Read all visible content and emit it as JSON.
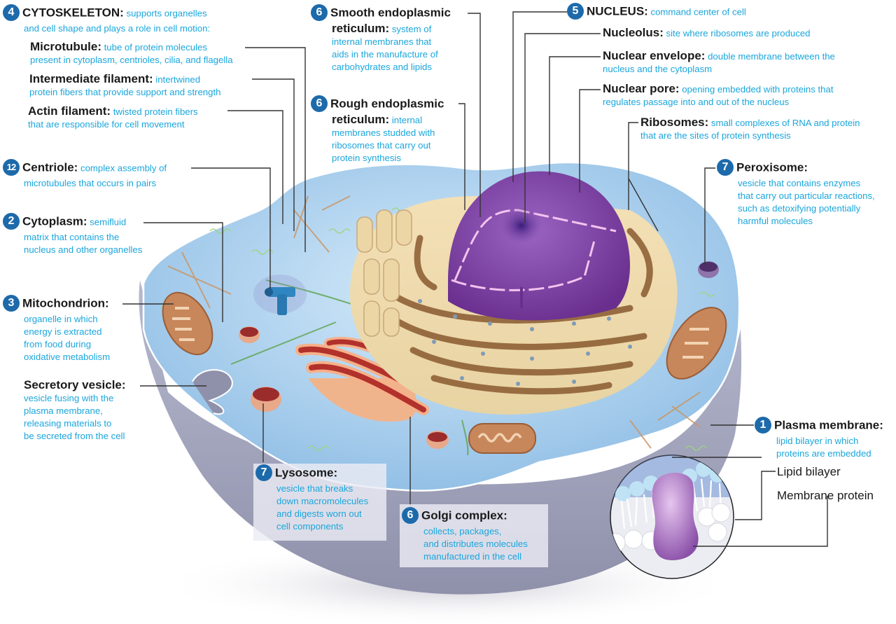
{
  "diagram": {
    "type": "annotated-illustration",
    "subject": "Animal cell structure",
    "colors": {
      "badge": "#1d6aab",
      "term": "#1a1a1a",
      "description": "#1aa6dc",
      "leader_line": "#333333",
      "cytoplasm": "#a9cfee",
      "membrane_cut": "#9b9bb5",
      "nucleus": "#7b3d9e",
      "rough_er": "#e9d2a0",
      "golgi": "#c0392b",
      "mitochondrion": "#b5754a",
      "centriole": "#2f86c0"
    }
  },
  "labels": {
    "cytoskeleton": {
      "badge": "4",
      "term": "CYTOSKELETON:",
      "desc1": "supports organelles",
      "desc2": "and cell shape and plays a role in cell motion:"
    },
    "microtubule": {
      "term": "Microtubule:",
      "desc1": "tube of protein molecules",
      "desc2": "present in cytoplasm, centrioles, cilia, and flagella"
    },
    "intermediate_filament": {
      "term": "Intermediate filament:",
      "desc1": "intertwined",
      "desc2": "protein fibers that provide support and strength"
    },
    "actin_filament": {
      "term": "Actin filament:",
      "desc1": "twisted protein fibers",
      "desc2": "that are responsible for cell movement"
    },
    "centriole": {
      "badge": "12",
      "term": "Centriole:",
      "desc1": "complex assembly of",
      "desc2": "microtubules that occurs in pairs"
    },
    "cytoplasm": {
      "badge": "2",
      "term": "Cytoplasm:",
      "desc1": "semifluid",
      "desc2": "matrix that contains the",
      "desc3": "nucleus and other organelles"
    },
    "mitochondrion": {
      "badge": "3",
      "term": "Mitochondrion:",
      "desc1": "organelle in which",
      "desc2": "energy is extracted",
      "desc3": "from food during",
      "desc4": "oxidative metabolism"
    },
    "secretory_vesicle": {
      "term": "Secretory vesicle:",
      "desc1": "vesicle fusing with the",
      "desc2": "plasma membrane,",
      "desc3": "releasing materials to",
      "desc4": "be secreted from the cell"
    },
    "smooth_er": {
      "badge": "6",
      "term1": "Smooth endoplasmic",
      "term2": "reticulum:",
      "desc1": "system of",
      "desc2": "internal membranes that",
      "desc3": "aids in the manufacture of",
      "desc4": "carbohydrates and lipids"
    },
    "rough_er": {
      "badge": "6",
      "term1": "Rough endoplasmic",
      "term2": "reticulum:",
      "desc1": "internal",
      "desc2": "membranes studded with",
      "desc3": "ribosomes that carry out",
      "desc4": "protein synthesis"
    },
    "nucleus": {
      "badge": "5",
      "term": "NUCLEUS:",
      "desc1": "command center of cell"
    },
    "nucleolus": {
      "term": "Nucleolus:",
      "desc1": "site where ribosomes are produced"
    },
    "nuclear_envelope": {
      "term": "Nuclear envelope:",
      "desc1": "double membrane between the",
      "desc2": "nucleus and the cytoplasm"
    },
    "nuclear_pore": {
      "term": "Nuclear pore:",
      "desc1": "opening embedded with proteins that",
      "desc2": "regulates passage into and out of the nucleus"
    },
    "ribosomes": {
      "term": "Ribosomes:",
      "desc1": "small complexes of RNA and protein",
      "desc2": "that are the sites of protein synthesis"
    },
    "peroxisome": {
      "badge": "7",
      "term": "Peroxisome:",
      "desc1": "vesicle that contains enzymes",
      "desc2": "that carry out particular reactions,",
      "desc3": "such as detoxifying potentially",
      "desc4": "harmful molecules"
    },
    "plasma_membrane": {
      "badge": "1",
      "term": "Plasma membrane:",
      "desc1": "lipid bilayer in which",
      "desc2": "proteins are embedded"
    },
    "lipid_bilayer": {
      "term": "Lipid bilayer"
    },
    "membrane_protein": {
      "term": "Membrane protein"
    },
    "lysosome": {
      "badge": "7",
      "term": "Lysosome:",
      "desc1": "vesicle that breaks",
      "desc2": "down macromolecules",
      "desc3": "and digests worn out",
      "desc4": "cell components"
    },
    "golgi": {
      "badge": "6",
      "term": "Golgi complex:",
      "desc1": "collects, packages,",
      "desc2": "and distributes molecules",
      "desc3": "manufactured in the cell"
    }
  }
}
